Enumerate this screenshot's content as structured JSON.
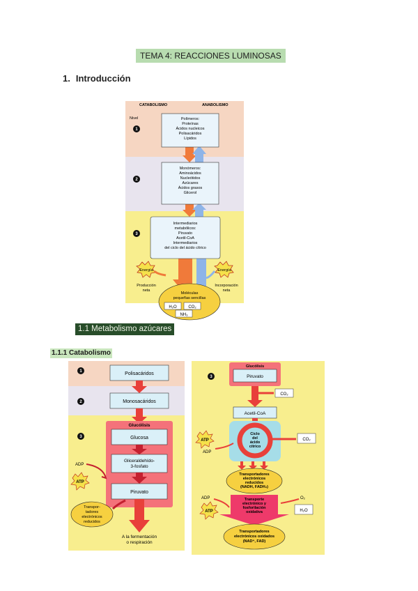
{
  "header": {
    "title": "TEMA 4: REACCIONES LUMINOSAS",
    "section_number": "1.",
    "section_title": "Introducción",
    "subsection": "1.1 Metabolismo azúcares",
    "subsubsection": "1.1.1 Catabolismo"
  },
  "fig1": {
    "catabolismo": "CATABOLISMO",
    "anabolismo": "ANABOLISMO",
    "nivel": "Nivel",
    "lvl1": "1",
    "lvl2": "2",
    "lvl3": "3",
    "poly": [
      "Polímeros:",
      "Proteínas",
      "Ácidos nucleicos",
      "Polisacáridos",
      "Lípidos"
    ],
    "mono": [
      "Monómeros:",
      "Aminoácidos",
      "Nucleótidos",
      "Azúcares",
      "Ácidos grasos",
      "Glicerol"
    ],
    "inter": [
      "Intermediarios",
      "metabólicos:",
      "Piruvato",
      "Acetil-CoA",
      "Intermediarios",
      "del ciclo del ácido cítrico"
    ],
    "energia_left": "Energía",
    "energia_right": "Energía",
    "produccion": [
      "Producción",
      "neta"
    ],
    "incorporacion": [
      "Incorporación",
      "neta"
    ],
    "moleculas": [
      "Moléculas",
      "pequeñas sencillas"
    ],
    "h2o": "H₂O",
    "co2": "CO₂",
    "nh3": "NH₃"
  },
  "fig2": {
    "lvl1": "1",
    "lvl2": "2",
    "lvl3": "3",
    "polisacaridos": "Polisacáridos",
    "monosacaridos": "Monosacáridos",
    "glucolisis": "Glucólisis",
    "glucosa": "Glucosa",
    "gliceraldehido": [
      "Gliceraldehído-",
      "3-fosfato"
    ],
    "piruvato": "Piruvato",
    "adp": "ADP",
    "atp": "ATP",
    "transportadores": [
      "Transpor-",
      "tadores",
      "electrónicos",
      "reducidos"
    ],
    "fermentacion": [
      "A la fermentación",
      "o respiración"
    ]
  },
  "fig3": {
    "lvl": "3",
    "glucolisis": "Glucólisis",
    "piruvato": "Piruvato",
    "co2_a": "CO₂",
    "acetil": "Acetil-CoA",
    "atp_a": "ATP",
    "adp_a": "ADP",
    "ciclo": [
      "Ciclo",
      "del",
      "ácido",
      "cítrico"
    ],
    "co2_b": "CO₂",
    "transp_red": [
      "Transportadores",
      "electrónicos",
      "reducidos",
      "(NADH, FADH₂)"
    ],
    "adp_b": "ADP",
    "atp_b": "ATP",
    "o2": "O₂",
    "cadena": [
      "Transporte",
      "electrónico y",
      "fosforilación",
      "oxidativa"
    ],
    "h2o": "H₂O",
    "transp_ox": [
      "Transportadores",
      "electrónicos oxidados",
      "(NAD⁺, FAD)"
    ]
  }
}
